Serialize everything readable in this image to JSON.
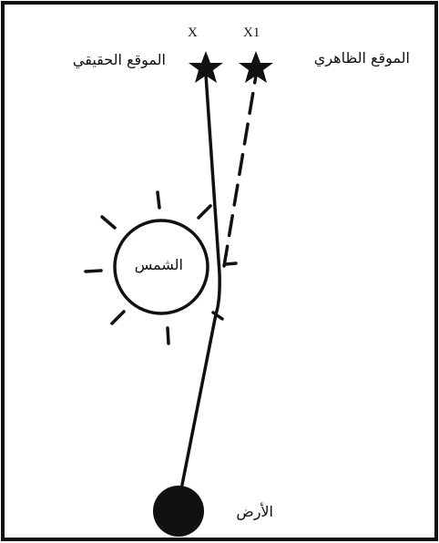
{
  "diagram": {
    "labels": {
      "true_position": "الموقع الحقيقي",
      "apparent_position": "الموقع الظاهري",
      "star_x": "X",
      "star_x1": "X1",
      "sun": "الشمس",
      "earth": "الأرض"
    },
    "colors": {
      "ink": "#111111",
      "background": "#ffffff"
    },
    "icons": {
      "star": "star-icon",
      "sun": "sun-icon",
      "earth": "earth-icon"
    }
  }
}
